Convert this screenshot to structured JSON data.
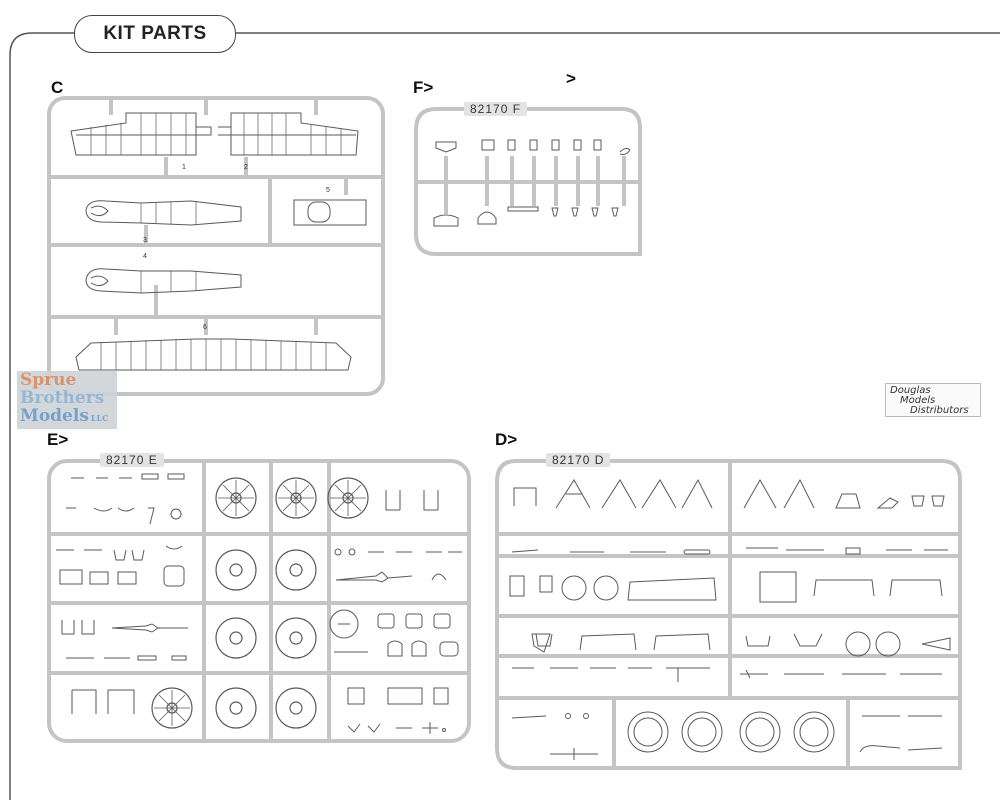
{
  "header": {
    "title": "KIT PARTS"
  },
  "sprues": {
    "c": {
      "letter": "C",
      "part_numbers": [
        "1",
        "2",
        "3",
        "4",
        "5",
        "6"
      ]
    },
    "f": {
      "letter": "F>",
      "extra_mark": ">",
      "code": "82170 F"
    },
    "e": {
      "letter": "E>",
      "code": "82170 E"
    },
    "d": {
      "letter": "D>",
      "code": "82170 D"
    }
  },
  "watermark": {
    "line1": "Sprue",
    "line2": "Brothers",
    "line3": "Models",
    "suffix": "LLC"
  },
  "distributor_logo": {
    "line1": "Douglas",
    "line2": "Models",
    "line3": "Distributors"
  },
  "colors": {
    "sprue_gray": "#c4c4c4",
    "part_line": "#5a5a5a",
    "frame_line": "#555555"
  }
}
